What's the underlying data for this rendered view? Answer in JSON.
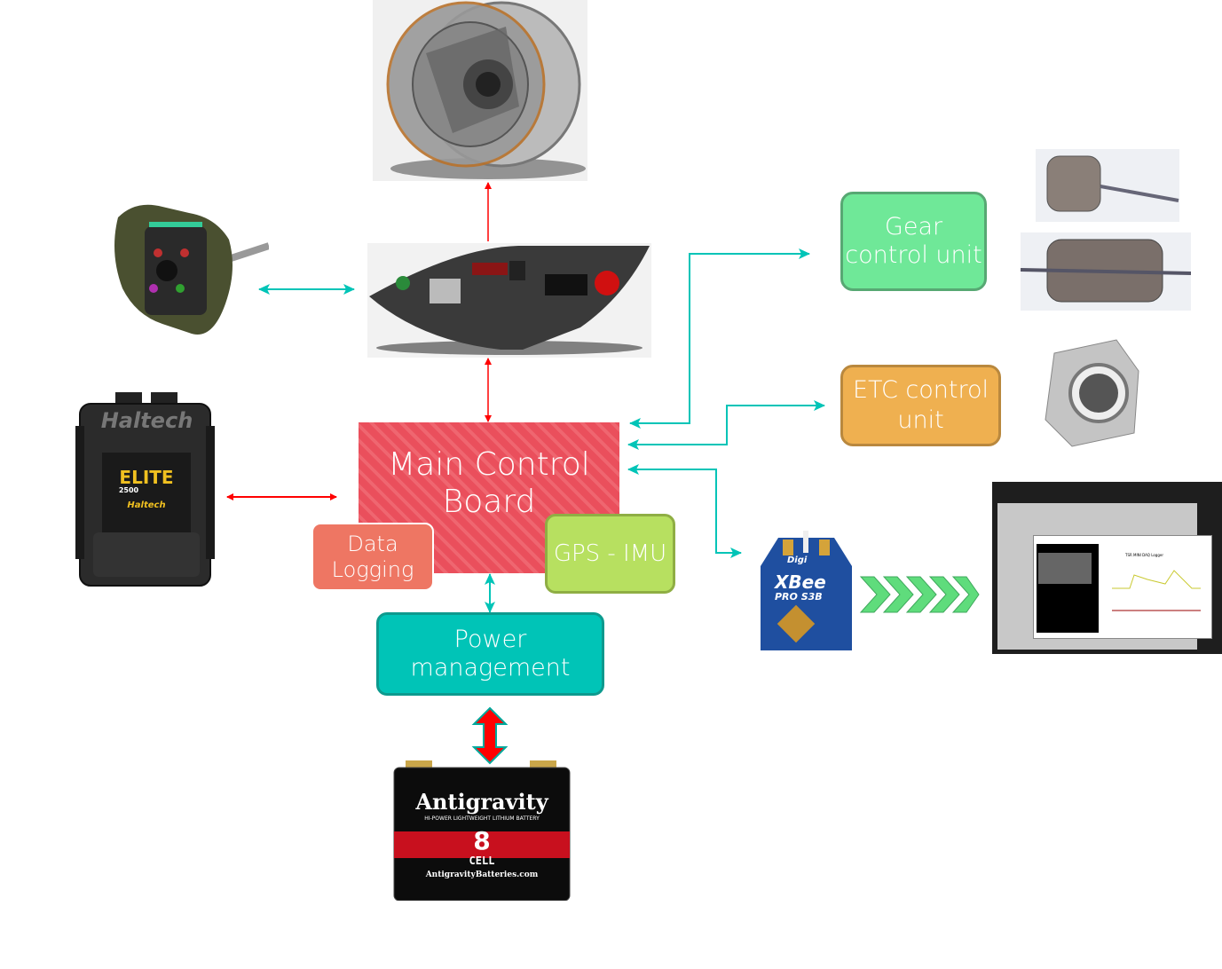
{
  "boxes": {
    "main_board": "Main Control Board",
    "data_logging": "Data Logging",
    "gps_imu": "GPS - IMU",
    "power_management": "Power management",
    "gear_control": "Gear control unit",
    "etc_control": "ETC control unit"
  },
  "images": {
    "wheel": "wheel-assembly-cad",
    "dashboard": "dashboard-cad",
    "steering_wheel": "steering-wheel",
    "ecu": "haltech-elite-ecu",
    "gear_actuators": "gear-actuator-cad",
    "throttle_body": "throttle-body",
    "xbee": "xbee-radio-module",
    "telemetry_software": "daq-logger-software",
    "battery": "antigravity-battery"
  },
  "logos": {
    "ecu_brand": "Haltech",
    "ecu_model": "ELITE",
    "ecu_number": "2500",
    "xbee_brand": "Digi",
    "xbee_name": "XBee",
    "xbee_model": "PRO S3B",
    "battery_brand": "Antigravity",
    "battery_sub": "HI-POWER LIGHTWEIGHT LITHIUM BATTERY",
    "battery_cells": "8",
    "battery_cell_label": "CELL",
    "battery_url": "AntigravityBatteries.com",
    "software_title": "TSR MINI DAQ Logger"
  },
  "colors": {
    "red_arrow": "#ff0000",
    "teal_arrow": "#00c4b7",
    "chevron": "#5fdc7c"
  }
}
